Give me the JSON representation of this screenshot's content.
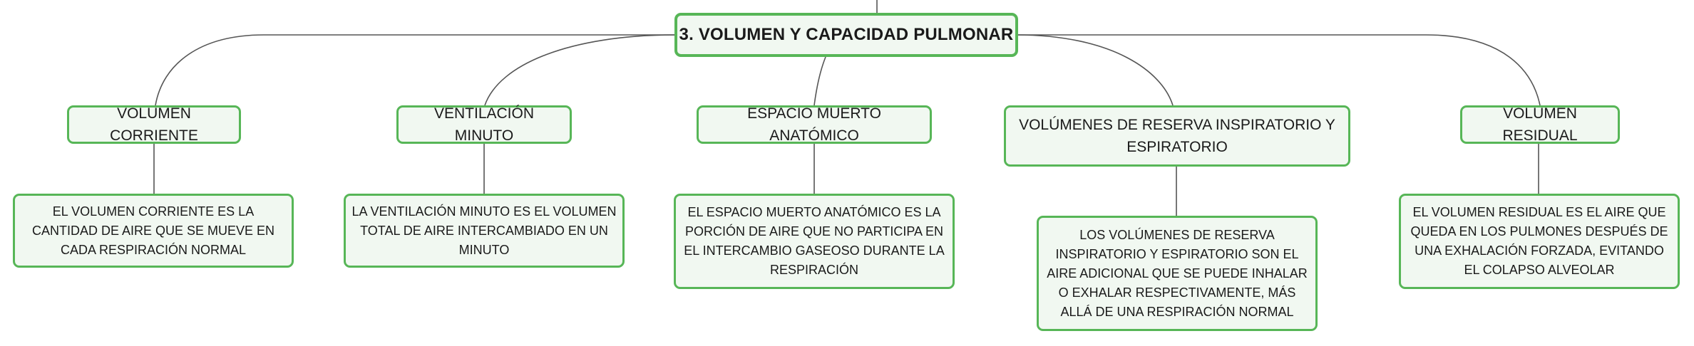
{
  "colors": {
    "node_border": "#57b657",
    "node_fill": "#f1f8f1",
    "connector": "#555555"
  },
  "root": {
    "label": "3. VOLUMEN Y CAPACIDAD PULMONAR"
  },
  "topics": [
    {
      "title": "VOLUMEN CORRIENTE",
      "description": "EL VOLUMEN CORRIENTE ES LA CANTIDAD DE AIRE QUE SE MUEVE EN CADA RESPIRACIÓN NORMAL"
    },
    {
      "title": "VENTILACIÓN MINUTO",
      "description": "LA VENTILACIÓN MINUTO ES EL VOLUMEN TOTAL DE AIRE INTERCAMBIADO EN UN MINUTO"
    },
    {
      "title": "ESPACIO MUERTO ANATÓMICO",
      "description": "EL ESPACIO MUERTO ANATÓMICO ES LA PORCIÓN DE AIRE QUE NO PARTICIPA EN EL INTERCAMBIO GASEOSO DURANTE LA RESPIRACIÓN"
    },
    {
      "title": "VOLÚMENES DE RESERVA INSPIRATORIO Y ESPIRATORIO",
      "description": "LOS VOLÚMENES DE RESERVA INSPIRATORIO Y ESPIRATORIO SON EL AIRE ADICIONAL QUE SE PUEDE INHALAR O EXHALAR RESPECTIVAMENTE, MÁS ALLÁ DE UNA RESPIRACIÓN NORMAL"
    },
    {
      "title": "VOLUMEN RESIDUAL",
      "description": "EL VOLUMEN RESIDUAL ES EL AIRE QUE QUEDA EN LOS PULMONES DESPUÉS DE UNA EXHALACIÓN FORZADA, EVITANDO EL COLAPSO ALVEOLAR"
    }
  ]
}
